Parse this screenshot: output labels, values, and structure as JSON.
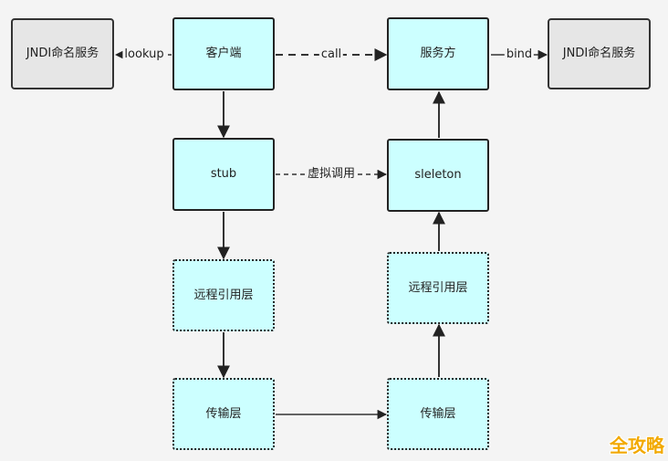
{
  "nodes": {
    "jndi_left": "JNDI命名服务",
    "client": "客户端",
    "server": "服务方",
    "jndi_right": "JNDI命名服务",
    "stub": "stub",
    "skeleton": "sleleton",
    "remote_ref_left": "远程引用层",
    "remote_ref_right": "远程引用层",
    "transport_left": "传输层",
    "transport_right": "传输层"
  },
  "edges": {
    "lookup": "lookup",
    "call": "call",
    "bind": "bind",
    "virtual_call": "虚拟调用"
  },
  "watermark": "全攻略"
}
